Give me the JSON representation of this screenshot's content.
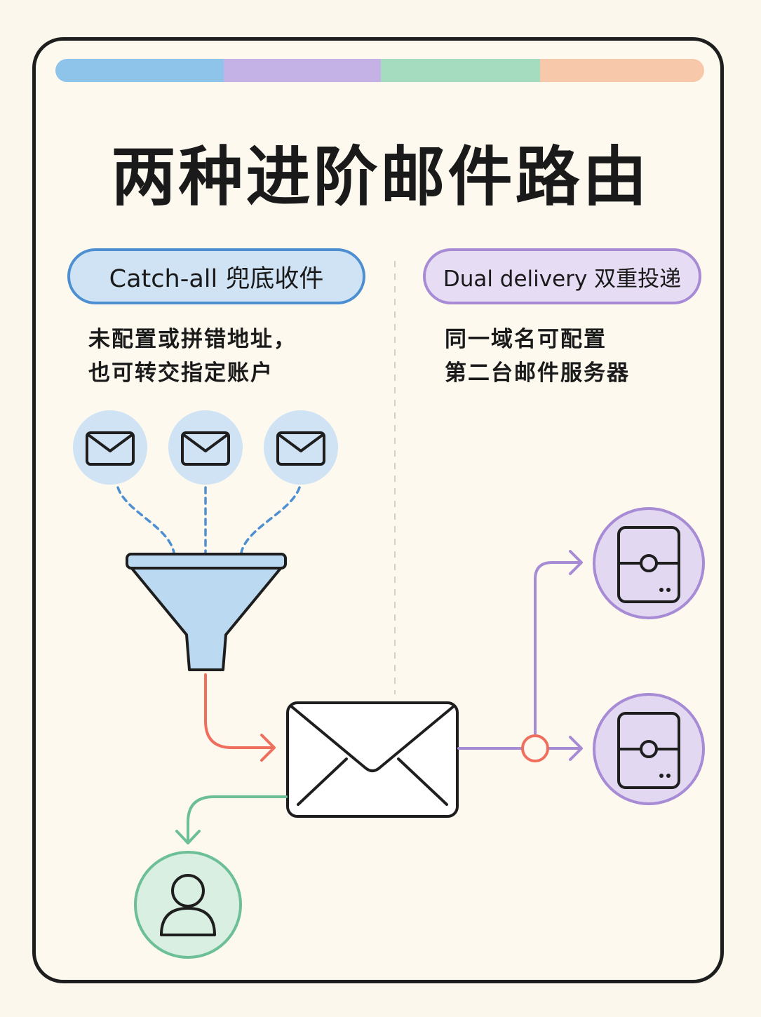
{
  "title": "两种进阶邮件路由",
  "colors": {
    "stripe_blue": "#8ec3ea",
    "stripe_purple": "#c4b2e6",
    "stripe_green": "#a5dcc0",
    "stripe_orange": "#f8c8aa",
    "blue_accent": "#4e8fd1",
    "purple_accent": "#a78bd4",
    "green_accent": "#6cbf96",
    "red_accent": "#ef6f5f"
  },
  "catch_all": {
    "label": "Catch-all 兜底收件",
    "description_line1": "未配置或拼错地址，",
    "description_line2": "也可转交指定账户",
    "icons": [
      "envelope-icon",
      "envelope-icon",
      "envelope-icon",
      "funnel-icon",
      "user-icon"
    ]
  },
  "dual_delivery": {
    "label": "Dual delivery 双重投递",
    "description_line1": "同一域名可配置",
    "description_line2": "第二台邮件服务器",
    "icons": [
      "envelope-icon",
      "server-icon",
      "server-icon"
    ]
  }
}
